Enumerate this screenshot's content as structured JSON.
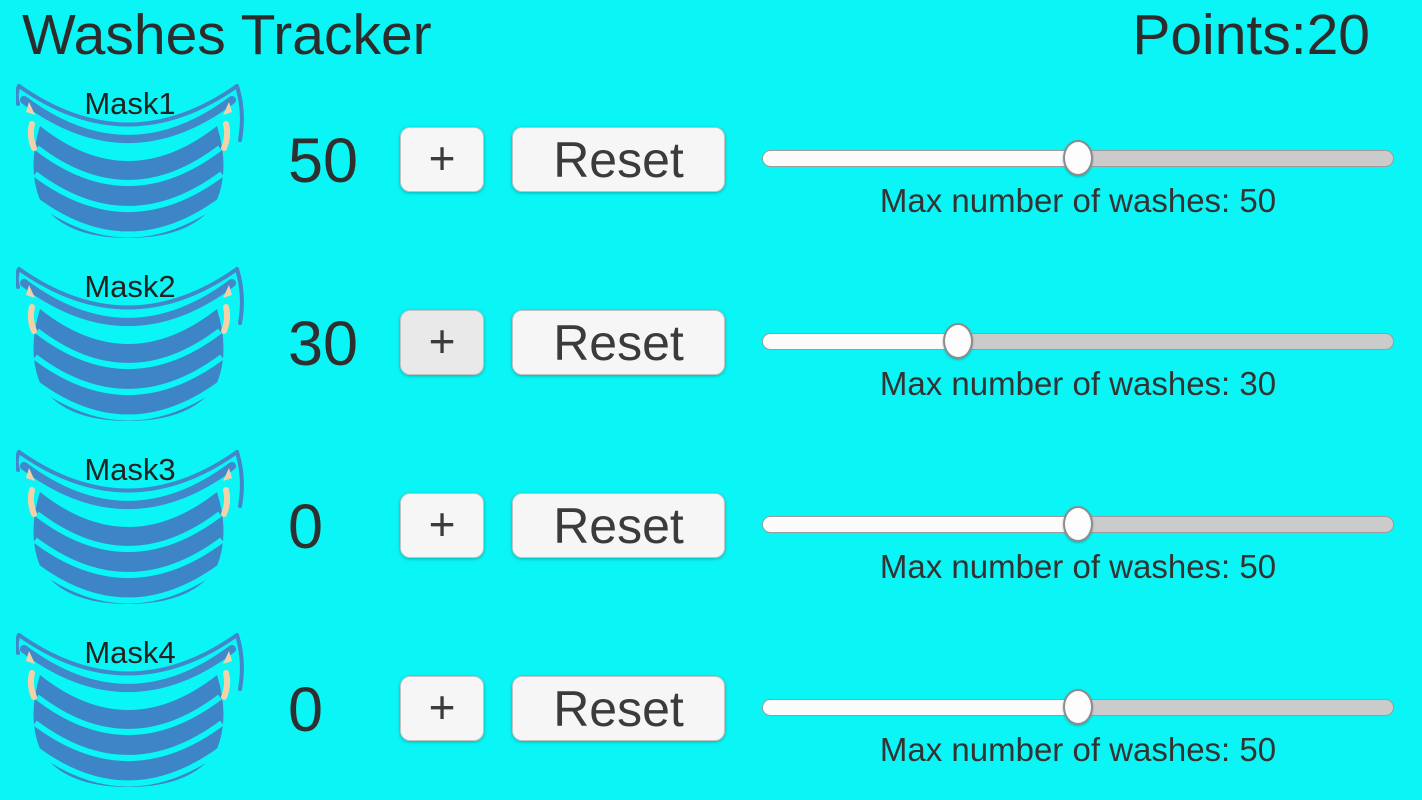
{
  "header": {
    "title": "Washes Tracker",
    "points_label": "Points:",
    "points_value": "20"
  },
  "colors": {
    "background": "#0af5f5",
    "mask_blue": "#3d85c6",
    "mask_band_blue": "#4187ca",
    "strap_peach": "#f2d2a9",
    "text_dark": "#2c2c2c",
    "button_bg": "#f6f6f6",
    "button_pressed_bg": "#e9e9e9",
    "slider_track": "#cbcbcb",
    "slider_fill": "#fbfbfb"
  },
  "icons": {
    "mask": "face-mask-icon"
  },
  "rows": [
    {
      "mask_label": "Mask1",
      "count": "50",
      "plus_label": "+",
      "plus_pressed": false,
      "reset_label": "Reset",
      "slider_percent": 50,
      "max_label": "Max number of washes: 50"
    },
    {
      "mask_label": "Mask2",
      "count": "30",
      "plus_label": "+",
      "plus_pressed": true,
      "reset_label": "Reset",
      "slider_percent": 30,
      "max_label": "Max number of washes: 30"
    },
    {
      "mask_label": "Mask3",
      "count": "0",
      "plus_label": "+",
      "plus_pressed": false,
      "reset_label": "Reset",
      "slider_percent": 50,
      "max_label": "Max number of washes: 50"
    },
    {
      "mask_label": "Mask4",
      "count": "0",
      "plus_label": "+",
      "plus_pressed": false,
      "reset_label": "Reset",
      "slider_percent": 50,
      "max_label": "Max number of washes: 50"
    }
  ]
}
